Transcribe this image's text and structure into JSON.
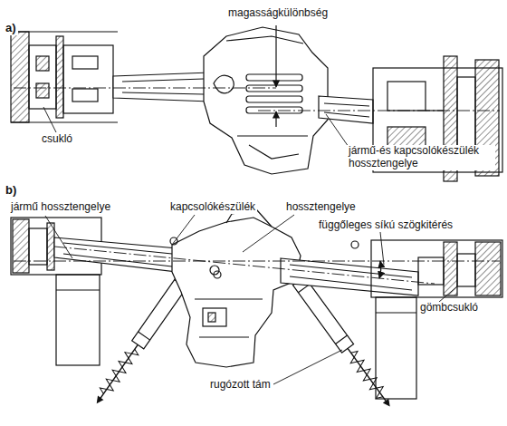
{
  "diagram": {
    "labels": [
      "magasságkülönbség",
      "a)",
      "csukló",
      "jármű-és kapcsolókészülék hossztengelye",
      "b)",
      "jármű hossztengelye",
      "kapcsolókészülék",
      "hossztengelye",
      "függőleges síkú szögkitérés",
      "gömbcsukló",
      "rugózott tám"
    ]
  }
}
